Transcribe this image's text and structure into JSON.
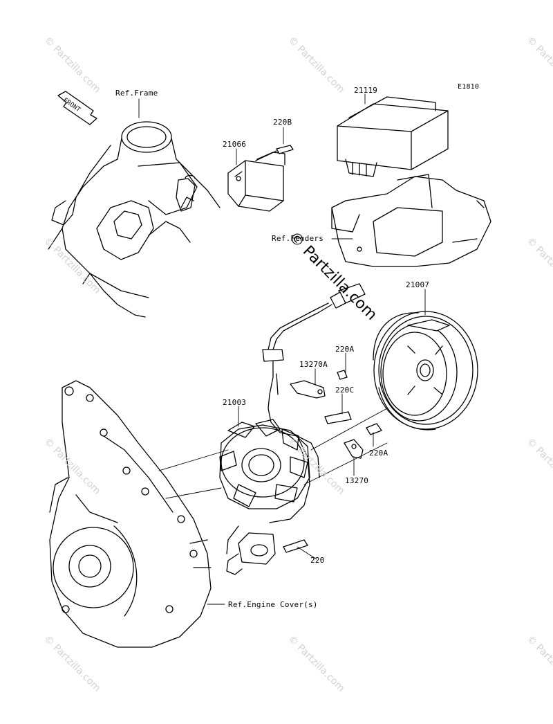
{
  "diagram": {
    "code": "E1810",
    "front_arrow_text": "FRONT",
    "watermark": "© Partzilla.com",
    "watermark_center": "© Partzilla.com",
    "colors": {
      "line": "#000000",
      "watermark": "#d2d2d2",
      "background": "#ffffff"
    },
    "labels": {
      "ref_frame": "Ref.Frame",
      "part_21119": "21119",
      "part_220B": "220B",
      "part_21066": "21066",
      "ref_fenders": "Ref.Fenders",
      "part_21007": "21007",
      "part_220A_top": "220A",
      "part_13270A": "13270A",
      "part_220C": "220C",
      "part_21003": "21003",
      "part_220A_bottom": "220A",
      "part_13270": "13270",
      "part_220": "220",
      "ref_engine_cover": "Ref.Engine Cover(s)"
    }
  }
}
